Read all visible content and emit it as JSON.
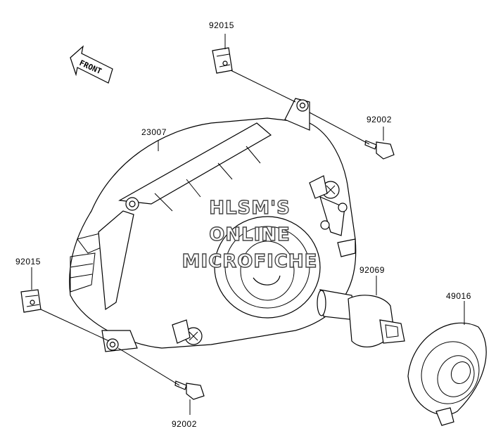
{
  "parts": [
    {
      "id": "p1",
      "number": "92015"
    },
    {
      "id": "p2",
      "number": "92002"
    },
    {
      "id": "p3",
      "number": "23007"
    },
    {
      "id": "p4",
      "number": "92015"
    },
    {
      "id": "p5",
      "number": "92069"
    },
    {
      "id": "p6",
      "number": "49016"
    },
    {
      "id": "p7",
      "number": "92002"
    }
  ],
  "front_arrow_label": "FRONT",
  "watermark": {
    "line1": "HLSM'S",
    "line2": "ONLINE",
    "line3": "MICROFICHE"
  }
}
